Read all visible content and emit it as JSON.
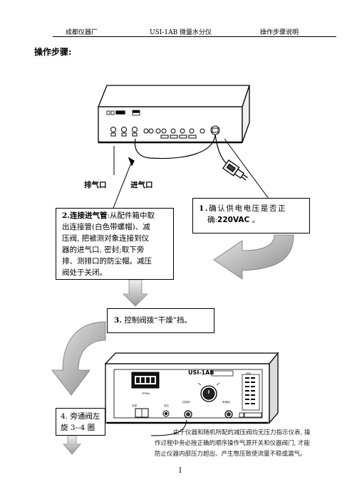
{
  "header": {
    "company": "成都仪器厂",
    "model": "USI-1AB 微量水分仪",
    "doc_type": "操作步骤说明"
  },
  "title": "操作步骤:",
  "labels": {
    "exhaust": "排气口",
    "intake": "进气口"
  },
  "steps": {
    "step1": {
      "num": "1.",
      "line1": "确认供电电压是否正",
      "line2_prefix": "确:",
      "voltage": "220VAC",
      "line2_suffix": "。"
    },
    "step2": {
      "num": "2.",
      "heading": "连接进气管",
      "line1_rest": ":从配件箱中取",
      "line2": "出连接管(白色带螺帽)、减",
      "line3": "压阀, 把被测对象连接到仪",
      "line4": "器的进气口, 密封;取下旁",
      "line5": "排、测排口的防尘帽。减压",
      "line6": "阀处于关闭。"
    },
    "step3": {
      "num": "3.",
      "text": "控制阀拨“干燥”挡。"
    },
    "step4": {
      "num": "4.",
      "line1": "旁通阀左",
      "line2": "旋 3--4 圈"
    }
  },
  "note": {
    "line1": "由于仪器和随机所配的减压阀均无压力指示仪表, 操",
    "line2": "作过程中务必按正确的顺序操作气源开关和仪器阀门, 才能",
    "line3": "防止仪器内部压力超出、产生憋压致使流量不稳或漏气。"
  },
  "panel": {
    "brand": "USI-1AB",
    "small_labels": [
      "电源",
      "电压",
      "控制阀",
      "旁通阀",
      "测量"
    ]
  },
  "page_number": "I"
}
